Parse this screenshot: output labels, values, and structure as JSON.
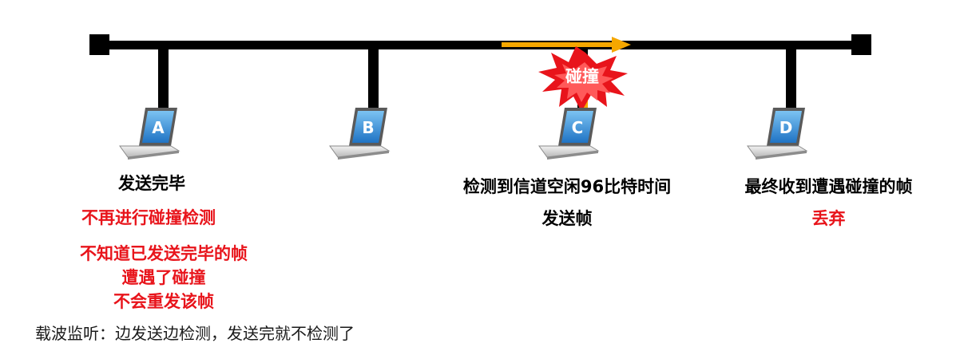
{
  "stations": [
    {
      "label": "A"
    },
    {
      "label": "B"
    },
    {
      "label": "C"
    },
    {
      "label": "D"
    }
  ],
  "collision_label": "碰撞",
  "station_a": {
    "status": "发送完毕",
    "no_detect": "不再进行碰撞检测",
    "unaware_lines": [
      "不知道已发送完毕的帧",
      "遭遇了碰撞",
      "不会重发该帧"
    ]
  },
  "station_c": {
    "line1": "检测到信道空闲96比特时间",
    "line2": "发送帧"
  },
  "station_d": {
    "line1": "最终收到遭遇碰撞的帧",
    "line2": "丢弃"
  },
  "bottom_note": "载波监听：边发送边检测，发送完就不检测了",
  "colors": {
    "bus": "#000000",
    "signal_arrow": "#f5a700",
    "collision_burst": "#e8141b",
    "laptop_screen": "#3b8fd6",
    "highlight_text": "#e8141b"
  }
}
